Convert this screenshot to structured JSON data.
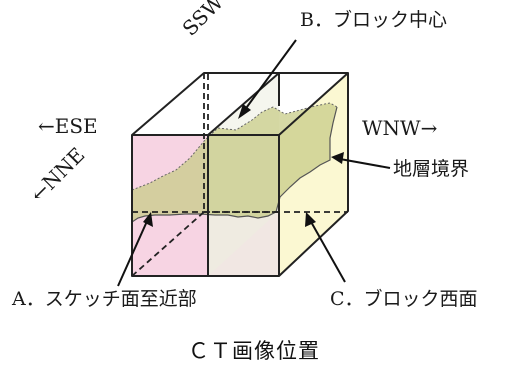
{
  "figure": {
    "labels": {
      "ssw": "SSW↗",
      "block_center": "B．ブロック中心",
      "ese": "←ESE",
      "nne": "←NNE",
      "wnw": "WNW→",
      "boundary": "地層境界",
      "sketch": "A．スケッチ面至近部",
      "west_face": "C．ブロック西面"
    },
    "caption": "ＣＴ画像位置",
    "colors": {
      "pink": "#f7d4e3",
      "yellow": "#fbf8d2",
      "olive": "#c8cc88",
      "stroke": "#222222"
    }
  }
}
